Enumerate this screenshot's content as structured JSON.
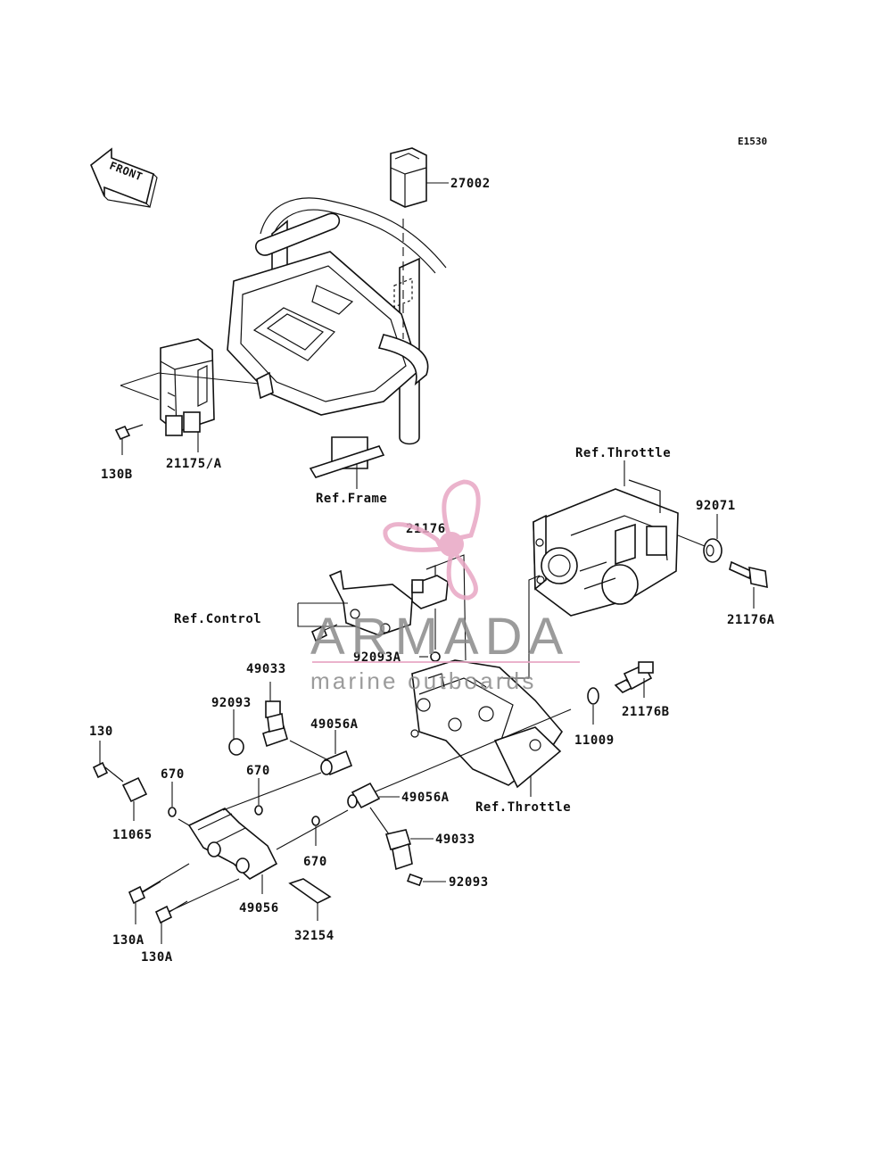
{
  "diagram": {
    "code": "E1530",
    "front_label": "FRONT",
    "labels": {
      "l27002": "27002",
      "l130B": "130B",
      "l21175A": "21175/A",
      "refFrame": "Ref.Frame",
      "refThrottleTop": "Ref.Throttle",
      "l92071": "92071",
      "l21176": "21176",
      "l21176A": "21176A",
      "refControl": "Ref.Control",
      "l92093A": "92093A",
      "l49033a": "49033",
      "l92093a": "92093",
      "l49056A_a": "49056A",
      "l21176B": "21176B",
      "l11009": "11009",
      "l130": "130",
      "l670a": "670",
      "l670b": "670",
      "l11065": "11065",
      "l49056A_b": "49056A",
      "refThrottleBottom": "Ref.Throttle",
      "l670c": "670",
      "l49033b": "49033",
      "l92093b": "92093",
      "l130A_a": "130A",
      "l49056": "49056",
      "l32154": "32154",
      "l130A_b": "130A"
    }
  },
  "watermark": {
    "brand": "ARMADA",
    "tagline": "marine outboards",
    "color_text": "#8a8a8a",
    "color_logo": "#e8a6c4"
  }
}
